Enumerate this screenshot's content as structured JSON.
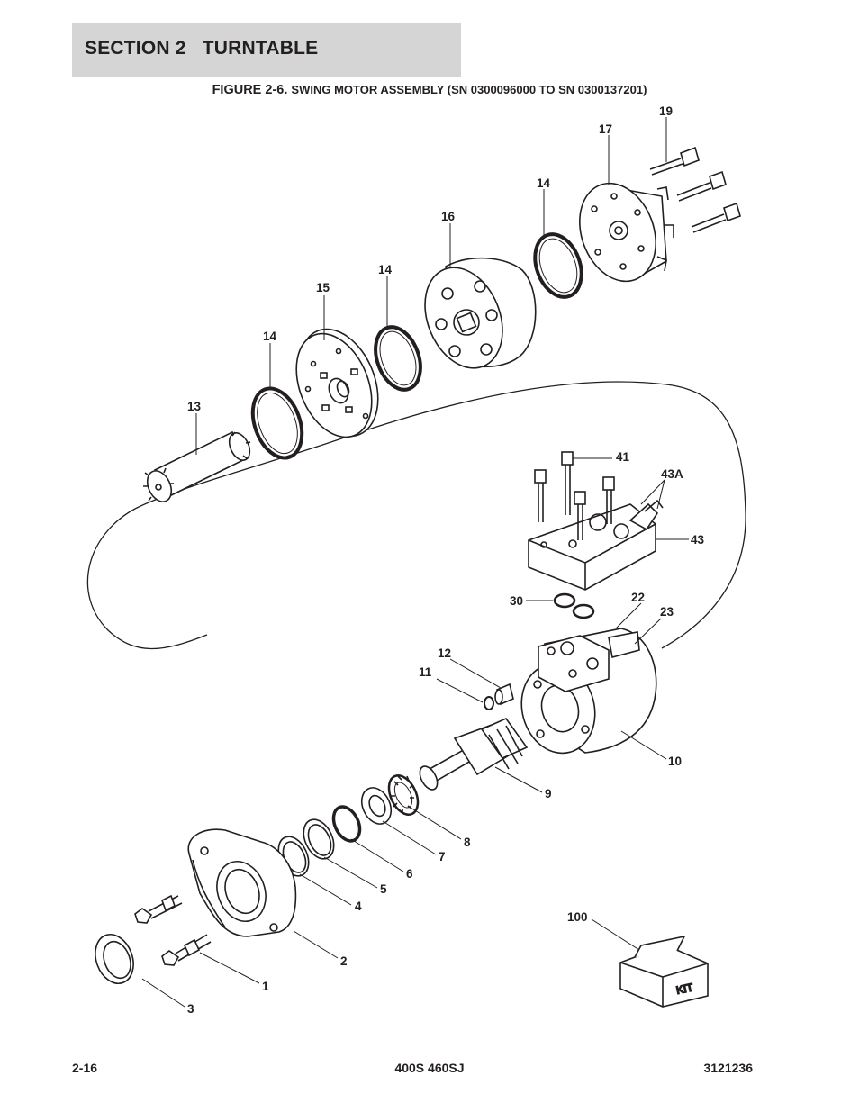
{
  "header": {
    "section_label": "SECTION 2   TURNTABLE"
  },
  "figure": {
    "number": "FIGURE 2-6.",
    "caption": "SWING MOTOR ASSEMBLY (SN 0300096000 TO SN 0300137201)"
  },
  "callouts": {
    "c1": "1",
    "c2": "2",
    "c3": "3",
    "c4": "4",
    "c5": "5",
    "c6": "6",
    "c7": "7",
    "c8": "8",
    "c9": "9",
    "c10": "10",
    "c11": "11",
    "c12": "12",
    "c13": "13",
    "c14a": "14",
    "c14b": "14",
    "c14c": "14",
    "c15": "15",
    "c16": "16",
    "c17": "17",
    "c19": "19",
    "c22": "22",
    "c23": "23",
    "c30": "30",
    "c41": "41",
    "c43": "43",
    "c43a": "43A",
    "c100": "100"
  },
  "kit_box_label": "KIT",
  "footer": {
    "page": "2-16",
    "model": "400S 460SJ",
    "manual": "3121236"
  }
}
